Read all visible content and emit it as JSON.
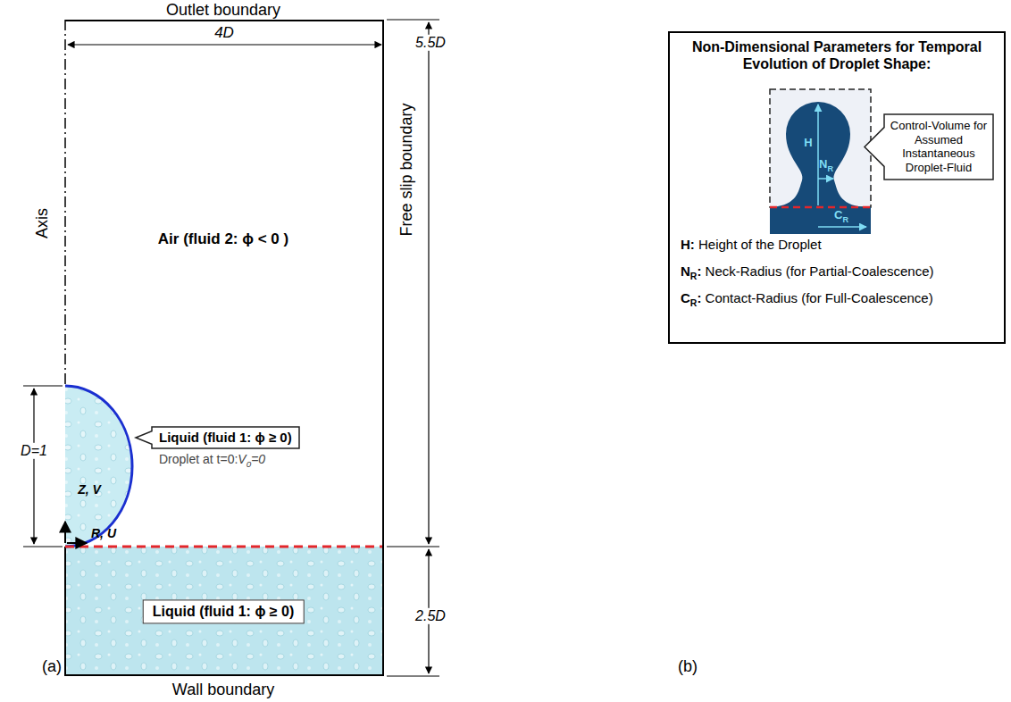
{
  "diagram": {
    "nodes": [
      {
        "text": [
          "Air (fluid 2: ϕ < 0 )"
        ]
      },
      {
        "text": [
          "Liquid (fluid 1: ϕ ≥ 0)",
          "Droplet at t=0:V0=0"
        ],
        "in": 0
      },
      {
        "text": [
          "Liquid (fluid 1: ϕ ≥ 0)"
        ],
        "in": 0
      },
      {
        "text": [
          "Non-Dimensional Parameters for Temporal Evolution of Droplet Shape:",
          "H: Height of the Droplet",
          "NR: Neck-Radius (for Partial-Coalescence)",
          "CR: Contact-Radius (for Full-Coalescence)"
        ]
      },
      {
        "text": [
          "Control-Volume for Assumed Instantaneous Droplet-Fluid"
        ],
        "in": 3
      }
    ],
    "labels": [
      "Outlet boundary",
      "4D",
      "5.5D",
      "Free slip boundary",
      "Axis",
      "D=1",
      "Z, V",
      "R, U",
      "2.5D",
      "Wall boundary",
      "(a)",
      "H",
      "NR",
      "CR",
      "(b)"
    ]
  }
}
